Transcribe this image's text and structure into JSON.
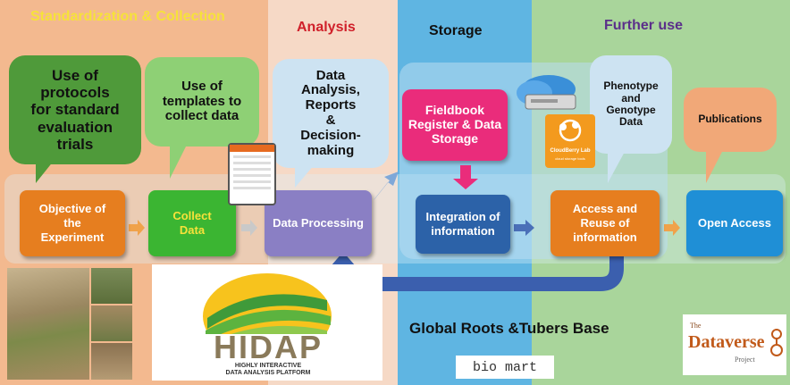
{
  "headers": {
    "standardization": "Standardization & Collection",
    "analysis": "Analysis",
    "storage": "Storage",
    "further_use": "Further use"
  },
  "bubbles": {
    "protocols": "Use of\nprotocols\nfor standard\nevaluation\ntrials",
    "templates": "Use of\ntemplates to\ncollect data",
    "analysis": "Data\nAnalysis,\nReports\n&\nDecision-\nmaking",
    "fieldbook": "Fieldbook\nRegister & Data\nStorage",
    "phenotype": "Phenotype\nand\nGenotype\nData",
    "publications": "Publications"
  },
  "process": {
    "objective": "Objective of\nthe\nExperiment",
    "collect": "Collect\nData",
    "processing": "Data Processing",
    "integration": "Integration of\ninformation",
    "access": "Access and\nReuse of\ninformation",
    "open_access": "Open Access"
  },
  "global_base": "Global Roots &Tubers Base",
  "logos": {
    "hidap_name": "HIDAP",
    "hidap_tagline": "HIGHLY INTERACTIVE\nDATA ANALYSIS PLATFORM",
    "biomart": "bio mart",
    "dataverse_the": "The",
    "dataverse_name": "Dataverse",
    "dataverse_project": "Project",
    "cloudberry": "CloudBerry Lab",
    "cloudberry_sub": "cloud storage tools"
  },
  "colors": {
    "band_standardization": "#f3b98f",
    "band_analysis": "#f6d7c2",
    "band_storage": "#63b7e3",
    "band_further": "#a8d49a",
    "orange_box": "#e67e1f",
    "green_box": "#3bb532",
    "purple_box": "#8a7fc4",
    "blue_box": "#2c62a8",
    "pink_box": "#ea2c7b",
    "sky_box": "#1f8fd6",
    "header_yellow": "#f6e23a",
    "header_red": "#d0202a",
    "header_purple": "#5b2f8a"
  }
}
